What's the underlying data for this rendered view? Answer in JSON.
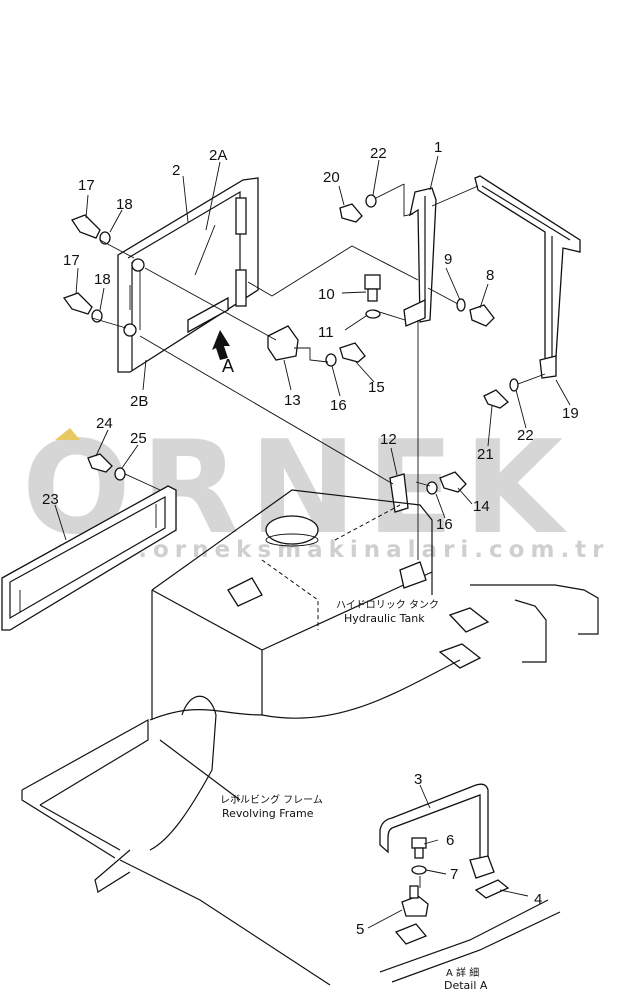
{
  "watermark": {
    "brand": "ORNEK",
    "url": "www.orneksmakinalari.com.tr"
  },
  "captions": {
    "hydraulic_tank_jp": "ハイドロリック タンク",
    "hydraulic_tank_en": "Hydraulic Tank",
    "revolving_frame_jp": "レボルビング フレーム",
    "revolving_frame_en": "Revolving Frame",
    "detail_a_jp": "A 詳 細",
    "detail_a_en": "Detail A",
    "view_arrow": "A"
  },
  "callouts": {
    "p1": "1",
    "p2": "2",
    "p2a": "2A",
    "p2b": "2B",
    "p3": "3",
    "p4": "4",
    "p5": "5",
    "p6": "6",
    "p7": "7",
    "p8": "8",
    "p9": "9",
    "p10": "10",
    "p11": "11",
    "p12": "12",
    "p13": "13",
    "p14": "14",
    "p15": "15",
    "p16a": "16",
    "p16b": "16",
    "p17a": "17",
    "p17b": "17",
    "p18a": "18",
    "p18b": "18",
    "p19": "19",
    "p20": "20",
    "p21": "21",
    "p22a": "22",
    "p22b": "22",
    "p23": "23",
    "p24": "24",
    "p25": "25"
  }
}
